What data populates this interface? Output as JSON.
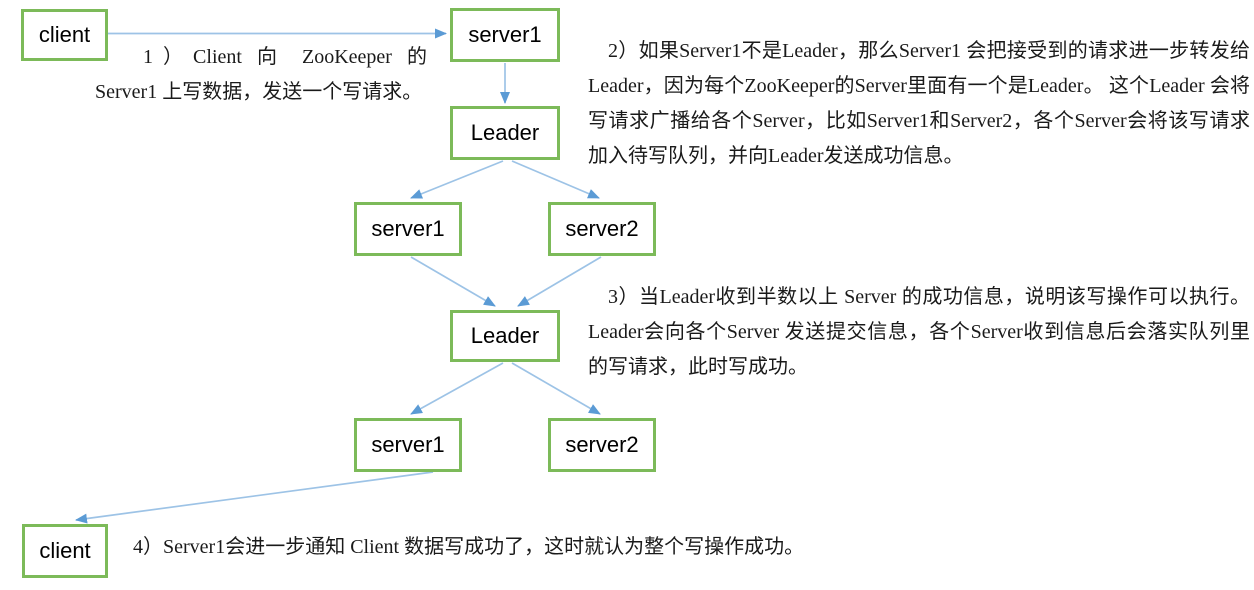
{
  "diagram": {
    "nodes": [
      {
        "id": "client-top",
        "label": "client"
      },
      {
        "id": "server1-top",
        "label": "server1"
      },
      {
        "id": "leader-upper",
        "label": "Leader"
      },
      {
        "id": "server1-middle",
        "label": "server1"
      },
      {
        "id": "server2-middle",
        "label": "server2"
      },
      {
        "id": "leader-lower",
        "label": "Leader"
      },
      {
        "id": "server1-bottom",
        "label": "server1"
      },
      {
        "id": "server2-bottom",
        "label": "server2"
      },
      {
        "id": "client-bottom",
        "label": "client"
      }
    ],
    "annotations": [
      {
        "id": "step-1",
        "text": "1）Client 向 ZooKeeper 的 Server1 上写数据，发送一个写请求。"
      },
      {
        "id": "step-2",
        "text": "2）如果Server1不是Leader，那么Server1 会把接受到的请求进一步转发给Leader，因为每个ZooKeeper的Server里面有一个是Leader。 这个Leader 会将写请求广播给各个Server，比如Server1和Server2，各个Server会将该写请求加入待写队列，并向Leader发送成功信息。"
      },
      {
        "id": "step-3",
        "text": "3）当Leader收到半数以上 Server 的成功信息，说明该写操作可以执行。Leader会向各个Server 发送提交信息，各个Server收到信息后会落实队列里的写请求，此时写成功。"
      },
      {
        "id": "step-4",
        "text": "4）Server1会进一步通知 Client 数据写成功了，这时就认为整个写操作成功。"
      }
    ],
    "colors": {
      "node_border": "#7CBA59",
      "connector_line": "#9DC3E6",
      "connector_arrowhead": "#5B9BD5",
      "text": "#1A1A1A",
      "background": "#FFFFFF"
    }
  }
}
